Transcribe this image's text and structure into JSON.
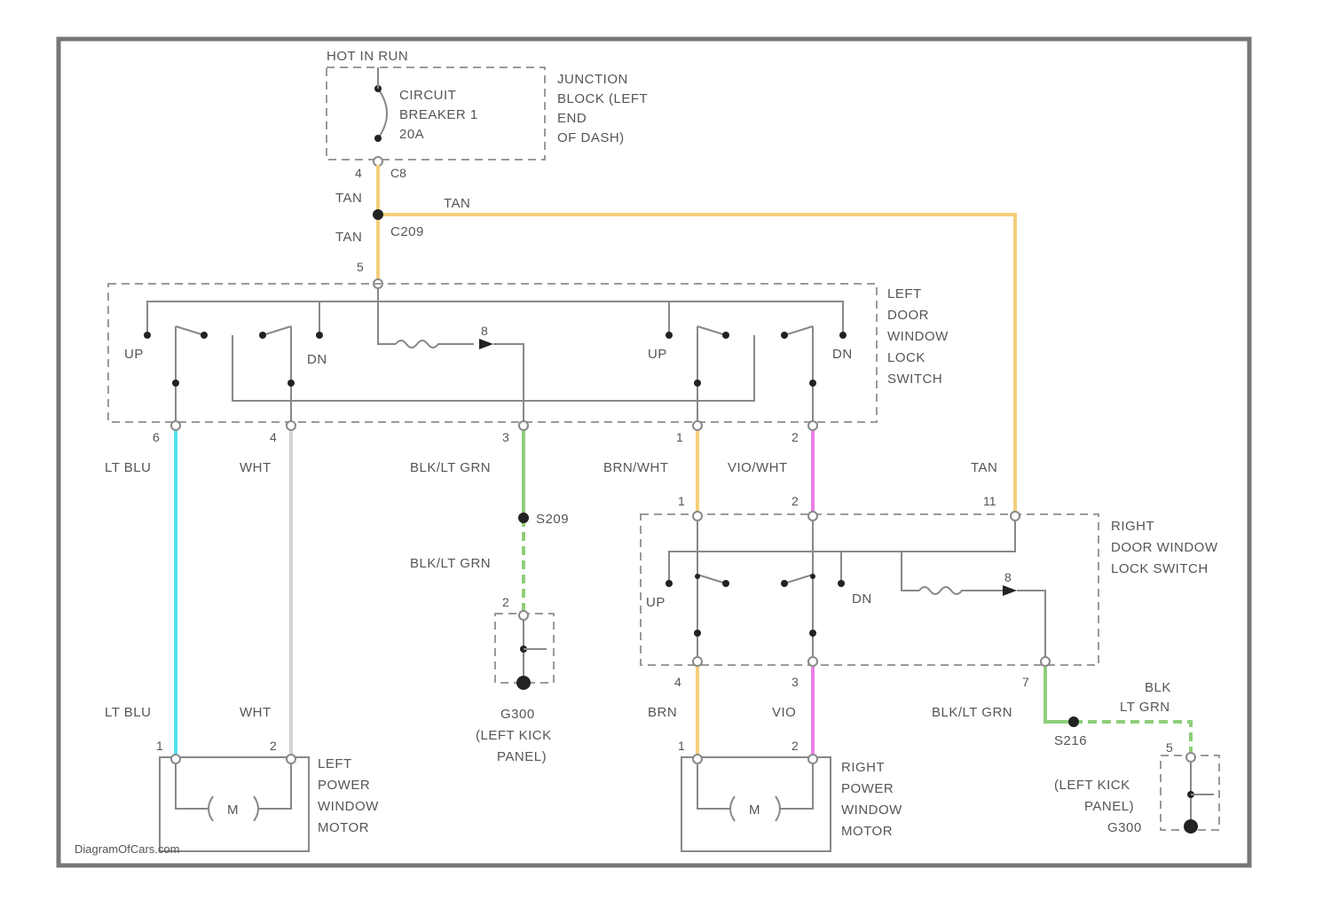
{
  "labels": {
    "hot_bus": "HOT IN RUN",
    "cb_line1": "CIRCUIT",
    "cb_line2": "BREAKER 1",
    "cb_line3": "20A",
    "jb_line1": "JUNCTION",
    "jb_line2": "BLOCK (LEFT",
    "jb_line3": "END",
    "jb_line4": "OF DASH)",
    "c8": "C8",
    "splice_c": "C209",
    "ldws_line1": "LEFT",
    "ldws_line2": "DOOR",
    "ldws_line3": "WINDOW",
    "ldws_line4": "LOCK",
    "ldws_line5": "SWITCH",
    "rdws_line1": "RIGHT",
    "rdws_line2": "DOOR WINDOW",
    "rdws_line3": "LOCK SWITCH",
    "up": "UP",
    "dn": "DN",
    "s_mid": "S209",
    "s_right": "S216",
    "g_left_line1": "G300",
    "g_left_line2": "(LEFT KICK",
    "g_left_line3": "PANEL)",
    "g_right_line1": "(LEFT KICK",
    "g_right_line2": "PANEL)",
    "g_right_line3": "G300",
    "lpwm_line1": "LEFT",
    "lpwm_line2": "POWER",
    "lpwm_line3": "WINDOW",
    "lpwm_line4": "MOTOR",
    "rpwm_line1": "RIGHT",
    "rpwm_line2": "POWER",
    "rpwm_line3": "WINDOW",
    "rpwm_line4": "MOTOR",
    "motor": "M",
    "watermark": "DiagramOfCars.com"
  },
  "wires": {
    "tan": "TAN",
    "lt_blu": "LT BLU",
    "wht": "WHT",
    "blk_lt_grn": "BLK/LT GRN",
    "brn_wht": "BRN/WHT",
    "vio_wht": "VIO/WHT",
    "brn": "BRN",
    "vio": "VIO",
    "blk": "BLK",
    "lt_grn": "LT GRN"
  },
  "pins": {
    "p4": "4",
    "p5": "5",
    "p6": "6",
    "p3": "3",
    "p1": "1",
    "p2": "2",
    "p7": "7",
    "p11": "11",
    "p8": "8"
  },
  "colors": {
    "tan": "#f3cf7a",
    "lt_blu": "#4fe3ee",
    "wht": "#d4d4d4",
    "green": "#8fce7a",
    "vio": "#ee7fe6",
    "gray": "#888888"
  }
}
